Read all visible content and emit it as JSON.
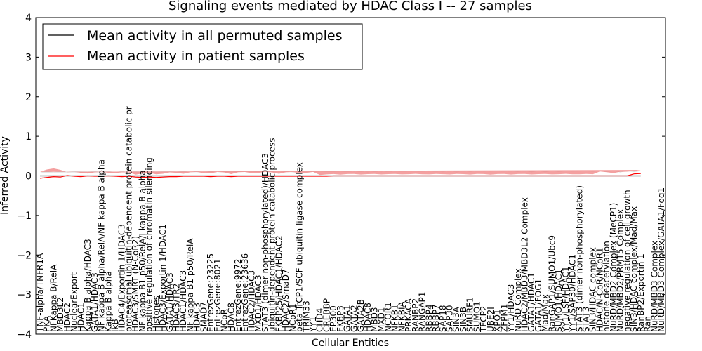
{
  "chart_data": {
    "type": "line",
    "title": "Signaling events mediated by HDAC Class I -- 27 samples",
    "xlabel": "Cellular Entities",
    "ylabel": "Inferred Activity",
    "ylim": [
      -4,
      4
    ],
    "yticks": [
      "4",
      "3",
      "2",
      "1",
      "0",
      "−1",
      "−2",
      "−3",
      "−4"
    ],
    "legend_position": "top-left",
    "colors": {
      "permuted": "#000000",
      "patient": "#ff0000",
      "patient_band": "#f08080",
      "permuted_band": "#d3d3d3"
    },
    "series": [
      {
        "name": "Mean activity in all permuted samples",
        "values": [
          0,
          0,
          0,
          0,
          0,
          0,
          0,
          0,
          0,
          0,
          0,
          0,
          0,
          0,
          0,
          0,
          0,
          0,
          0,
          0,
          0,
          0,
          0,
          0,
          0,
          0,
          0,
          0,
          0,
          0,
          0,
          0,
          0,
          0,
          0,
          0,
          0,
          0,
          0,
          0,
          0,
          0,
          0,
          0,
          0,
          0,
          0,
          0,
          0,
          0,
          0,
          0,
          0,
          0,
          0,
          0,
          0,
          0,
          0,
          0,
          0,
          0,
          0,
          0,
          0,
          0,
          0,
          0,
          0,
          0,
          0,
          0,
          0,
          0,
          0,
          0,
          0,
          0,
          0,
          0,
          0,
          0,
          0,
          0,
          0,
          0,
          0,
          0,
          0
        ]
      },
      {
        "name": "Mean activity in patient samples",
        "values": [
          -0.06,
          -0.04,
          -0.02,
          -0.03,
          0.01,
          -0.01,
          -0.02,
          0.0,
          -0.01,
          -0.01,
          0.0,
          -0.01,
          -0.02,
          -0.01,
          -0.03,
          -0.04,
          -0.03,
          -0.04,
          -0.03,
          -0.02,
          -0.02,
          -0.01,
          -0.01,
          -0.01,
          -0.01,
          -0.02,
          -0.01,
          -0.01,
          -0.02,
          -0.01,
          -0.01,
          -0.01,
          -0.01,
          -0.01,
          -0.01,
          -0.01,
          -0.01,
          -0.01,
          -0.01,
          -0.01,
          -0.01,
          -0.01,
          -0.01,
          0.0,
          0.0,
          0.0,
          0.0,
          0.0,
          0.0,
          0.0,
          0.0,
          0.0,
          0.0,
          0.0,
          0.0,
          0.0,
          0.0,
          0.0,
          0.0,
          0.0,
          0.0,
          0.0,
          0.0,
          0.0,
          0.0,
          0.0,
          0.0,
          0.0,
          0.0,
          0.0,
          0.0,
          0.0,
          0.0,
          0.0,
          0.0,
          0.0,
          0.0,
          0.0,
          0.0,
          0.0,
          0.0,
          0.0,
          0.0,
          0.0,
          0.0,
          0.0,
          0.0,
          0.05,
          0.06
        ]
      }
    ],
    "categories": [
      "TNF-alpha/TNFR1A",
      "PKA",
      "NFKappa B/RelA",
      "MBD3L2",
      "HDAC2",
      "NuclearExport",
      "HDAC1",
      "Kappa B alpha/HDAC3",
      "GATA1/HDAC3",
      "NF kappa B alpha/RelA/NF kappa B alpha",
      "Kappa B alpha",
      "IkB",
      "HDAC4/Exportin 1/HDAC3",
      "proteasomal ubiquitin-dependent protein catabolic pr",
      "HDAC3/SMRT (N-CoR2)",
      "NF kappa B1 p50/RelA/I kappa B alpha",
      "positive regulation of chromatin silencing",
      "Histones",
      "HDAC3/Exportin 1/HDAC1",
      "GATA1/HDAC3",
      "HDAC3/TR2",
      "HDAC1/HDAC3",
      "NF kappa B1 p50/RelA",
      "HDAC3",
      "SMAD7",
      "EntrezGene:23225",
      "EntrezGene:8021",
      "NCoR",
      "HDAC8",
      "EntrezGene:9972",
      "EntrezGene:23636",
      "HDAC2/HDAC3",
      "MXD1/HDAC3",
      "STAT3 (dimer non-phosphorylated)/HDAC3",
      "ubiquitin-dependent protein catabolic process",
      "FKBP25/HDAC1/HDAC2",
      "HDAC2/SmaD7",
      "NCoR1",
      "beta TrCP1/SCF ubiquitin ligase complex",
      "TRIM33",
      "YY1",
      "CHD4",
      "CREBBP",
      "EP300",
      "FKBP3",
      "GATA1",
      "GATA2",
      "GATA2B",
      "HDAC8",
      "MBD3",
      "MXD1",
      "NCOR1",
      "NFKB1",
      "NFKBIA",
      "PRKACA",
      "RANBP2",
      "RANGAP1",
      "RBBP4",
      "RBBP7",
      "SAP18",
      "SAP30",
      "SIN3A",
      "SIN3B",
      "SMURF1",
      "SUMO1",
      "TFCP2",
      "UBE2I",
      "XPO1",
      "ZFPM1",
      "YY1/HDAC3",
      "NuRD Complex",
      "HDAC2/MBD3/MBD3L2 Complex",
      "GATA1/HDAC1",
      "GATA1/FOG1",
      "Mad/Max",
      "RanGAP1/SUMO1/Ubc9",
      "SUMO1/HDAC1",
      "YY1/LSF/HDAC1",
      "YY1/SAP30/HDAC1",
      "STAT3 (dimer non-phosphorylated)",
      "STAT3",
      "SIN3/HDAC complex",
      "HDAC/N-CoR/NCoR1",
      "histone deacetylation",
      "NuRD/MBD2 Complex (MeCP1)",
      "NuRD/MBD2/PRMT5 Complex",
      "negative regulation of cell growth",
      "SIN3/HDAC complex/Mad/Max",
      "RanBP2/Exportin 1",
      "Ran",
      "NuRD/MBD3 Complex",
      "NuRD/MBD3 Complex/GATA1/Fog1"
    ]
  }
}
